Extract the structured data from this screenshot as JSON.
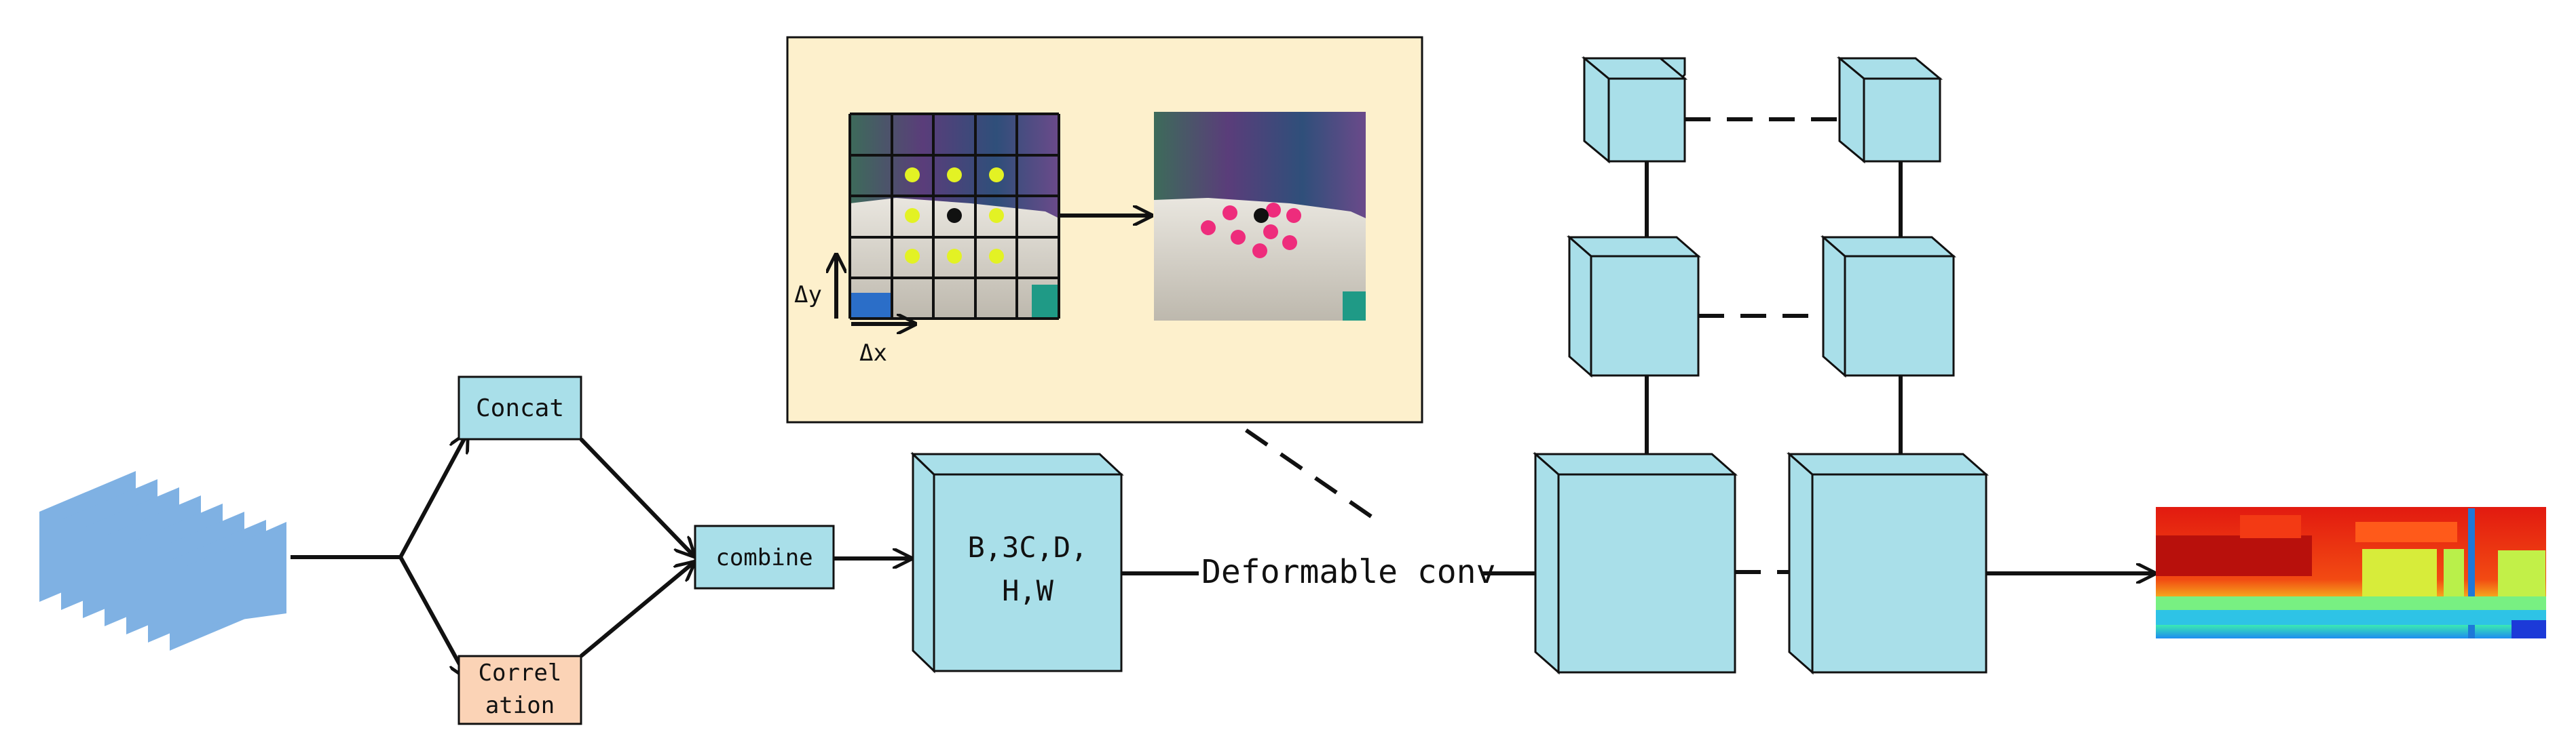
{
  "labels": {
    "concat": "Concat",
    "correlation_line1": "Correl",
    "correlation_line2": "ation",
    "combine": "combine",
    "volume_line1": "B,3C,D,",
    "volume_line2": "H,W",
    "deformable": "Deformable conv",
    "delta_y": "Δy",
    "delta_x": "Δx"
  },
  "colors": {
    "input_slices": "#7fb1e3",
    "cube_fill": "#a9dfe9",
    "correlation_fill": "#fbd3b6",
    "inset_fill": "#fdf0cc",
    "sample_dot_yellow": "#e3f224",
    "sample_dot_pink": "#ee2c7c",
    "center_dot": "#111111"
  },
  "icons": {
    "input": "stacked-feature-slices",
    "output": "depth-map-thumbnail",
    "inset": "deformable-sampling-illustration"
  }
}
